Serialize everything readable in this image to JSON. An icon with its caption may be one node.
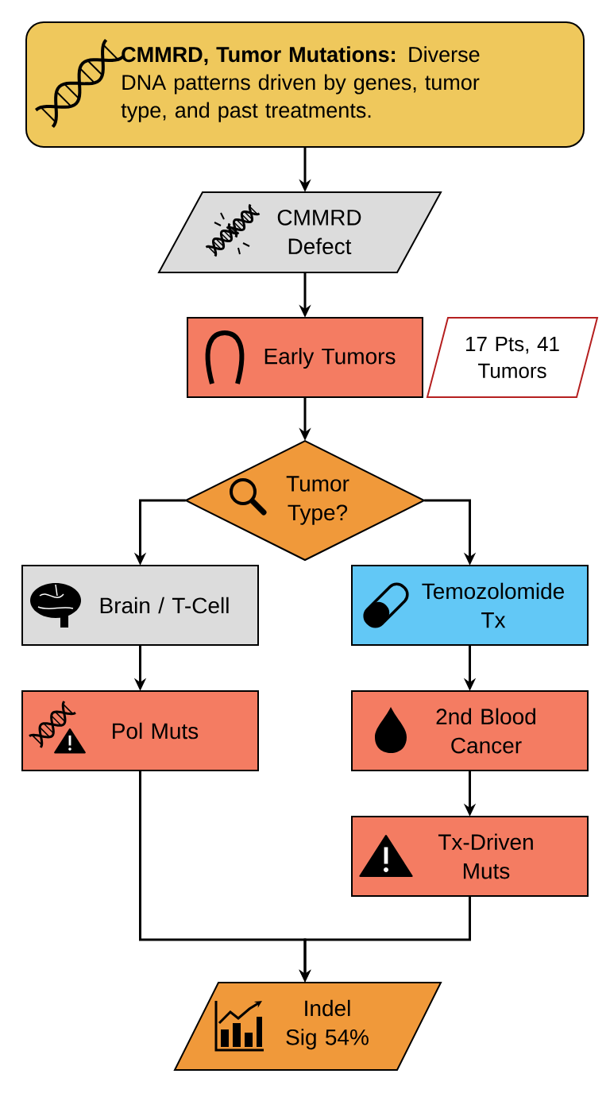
{
  "diagram": {
    "nodes": [
      {
        "text": [
          "**CMMRD, Tumor Mutations:** Diverse DNA patterns driven by genes, tumor type, and past treatments."
        ]
      },
      {
        "text": [
          "CMMRD Defect"
        ]
      },
      {
        "text": [
          "Early Tumors"
        ]
      },
      {
        "text": [
          "17 Pts, 41 Tumors"
        ]
      },
      {
        "text": [
          "Tumor Type?"
        ]
      },
      {
        "text": [
          "Brain / T-Cell"
        ]
      },
      {
        "text": [
          "Temozolomide Tx"
        ]
      },
      {
        "text": [
          "Pol Muts"
        ]
      },
      {
        "text": [
          "2nd Blood Cancer"
        ]
      },
      {
        "text": [
          "Tx-Driven Muts"
        ]
      },
      {
        "text": [
          "Indel Sig 54%"
        ]
      }
    ],
    "edges": [
      {
        "from": 0,
        "to": 1,
        "arrow": "to"
      },
      {
        "from": 1,
        "to": 2,
        "arrow": "to"
      },
      {
        "from": 2,
        "to": 4,
        "arrow": "to"
      },
      {
        "from": 4,
        "to": 5,
        "arrow": "to"
      },
      {
        "from": 4,
        "to": 6,
        "arrow": "to"
      },
      {
        "from": 5,
        "to": 7,
        "arrow": "to"
      },
      {
        "from": 6,
        "to": 8,
        "arrow": "to"
      },
      {
        "from": 8,
        "to": 9,
        "arrow": "to"
      },
      {
        "from": 7,
        "to": 10,
        "arrow": "to"
      },
      {
        "from": 9,
        "to": 10,
        "arrow": "to"
      }
    ]
  }
}
